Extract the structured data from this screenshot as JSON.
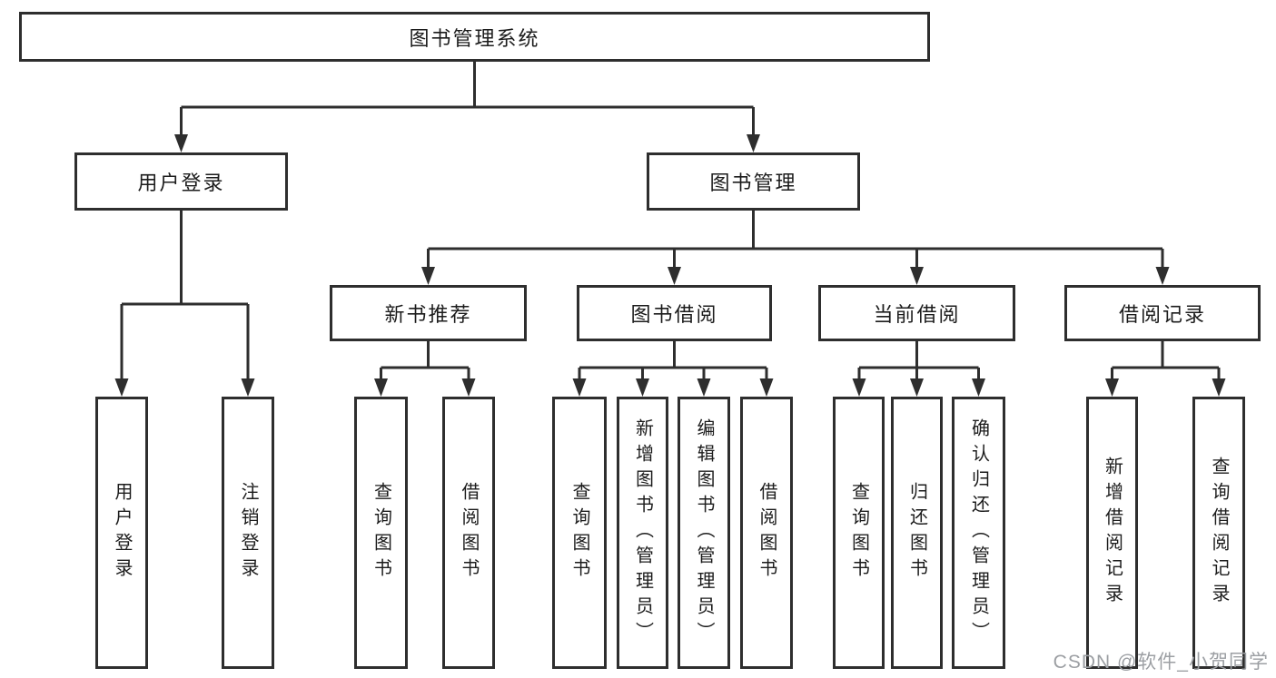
{
  "tree": {
    "label": "图书管理系统",
    "children": [
      {
        "label": "用户登录",
        "children": [
          {
            "label": "用户登录"
          },
          {
            "label": "注销登录"
          }
        ]
      },
      {
        "label": "图书管理",
        "children": [
          {
            "label": "新书推荐",
            "children": [
              {
                "label": "查询图书"
              },
              {
                "label": "借阅图书"
              }
            ]
          },
          {
            "label": "图书借阅",
            "children": [
              {
                "label": "查询图书"
              },
              {
                "label": "新增图书（管理员）"
              },
              {
                "label": "编辑图书（管理员）"
              },
              {
                "label": "借阅图书"
              }
            ]
          },
          {
            "label": "当前借阅",
            "children": [
              {
                "label": "查询图书"
              },
              {
                "label": "归还图书"
              },
              {
                "label": "确认归还（管理员）"
              }
            ]
          },
          {
            "label": "借阅记录",
            "children": [
              {
                "label": "新增借阅记录"
              },
              {
                "label": "查询借阅记录"
              }
            ]
          }
        ]
      }
    ]
  },
  "watermark": "CSDN @软件_小贺同学",
  "colors": {
    "line": "#2e2e2e",
    "text": "#1c1c1c",
    "watermark": "#9c9fa3",
    "background": "#ffffff"
  }
}
